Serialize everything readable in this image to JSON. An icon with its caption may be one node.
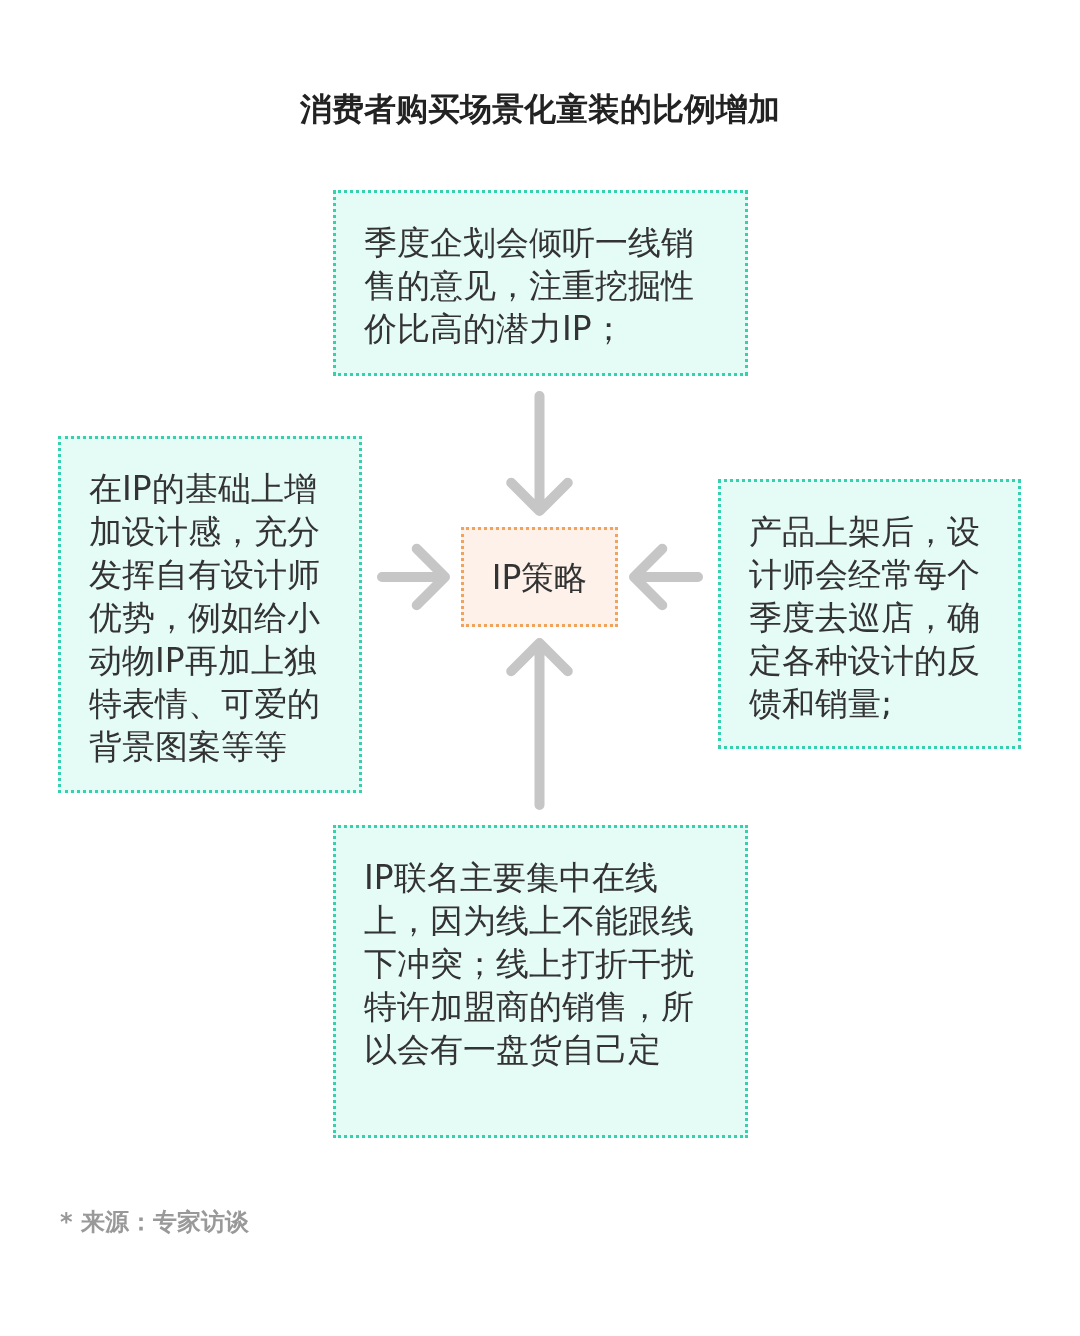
{
  "diagram": {
    "title": "消费者购买场景化童装的比例增加",
    "nodes": [
      {
        "text": [
          "季度企划会倾听一线销售的意见，注重挖掘性价比高的潜力IP；"
        ]
      },
      {
        "text": [
          "在IP的基础上增加设计感，充分发挥自有设计师优势，例如给小动物IP再加上独特表情、可爱的背景图案等等"
        ]
      },
      {
        "text": [
          "IP策略"
        ]
      },
      {
        "text": [
          "产品上架后，设计师会经常每个季度去巡店，确定各种设计的反馈和销量;"
        ]
      },
      {
        "text": [
          "IP联名主要集中在线上，因为线上不能跟线下冲突；线上打折干扰特许加盟商的销售，所以会有一盘货自己定"
        ]
      }
    ],
    "edges": [
      {
        "from": 0,
        "to": 2,
        "arrow": "to"
      },
      {
        "from": 1,
        "to": 2,
        "arrow": "to"
      },
      {
        "from": 3,
        "to": 2,
        "arrow": "to"
      },
      {
        "from": 4,
        "to": 2,
        "arrow": "to"
      }
    ],
    "caption": "* 来源：专家访谈"
  }
}
